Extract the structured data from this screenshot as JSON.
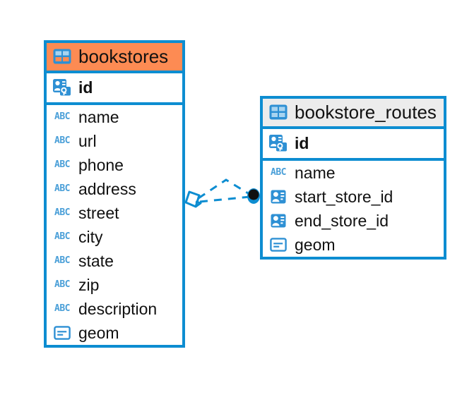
{
  "diagram": {
    "type": "entity-relationship-diagram",
    "accent_color": "#0d8dd1",
    "header_orange": "#fd8b53",
    "header_grey": "#ececec",
    "icon_blue": "#4a9fd8",
    "text_color": "#111111"
  },
  "tables": [
    {
      "name": "bookstores",
      "header_style": "orange",
      "primary_key": {
        "label": "id",
        "icon": "primary-key-icon"
      },
      "fields": [
        {
          "label": "name",
          "icon": "abc-text-icon",
          "icon_text": "ABC"
        },
        {
          "label": "url",
          "icon": "abc-text-icon",
          "icon_text": "ABC"
        },
        {
          "label": "phone",
          "icon": "abc-text-icon",
          "icon_text": "ABC"
        },
        {
          "label": "address",
          "icon": "abc-text-icon",
          "icon_text": "ABC"
        },
        {
          "label": "street",
          "icon": "abc-text-icon",
          "icon_text": "ABC"
        },
        {
          "label": "city",
          "icon": "abc-text-icon",
          "icon_text": "ABC"
        },
        {
          "label": "state",
          "icon": "abc-text-icon",
          "icon_text": "ABC"
        },
        {
          "label": "zip",
          "icon": "abc-text-icon",
          "icon_text": "ABC"
        },
        {
          "label": "description",
          "icon": "abc-text-icon",
          "icon_text": "ABC"
        },
        {
          "label": "geom",
          "icon": "geometry-icon",
          "icon_text": ""
        }
      ]
    },
    {
      "name": "bookstore_routes",
      "header_style": "grey",
      "primary_key": {
        "label": "id",
        "icon": "primary-key-icon"
      },
      "fields": [
        {
          "label": "name",
          "icon": "abc-text-icon",
          "icon_text": "ABC"
        },
        {
          "label": "start_store_id",
          "icon": "foreign-key-icon",
          "icon_text": ""
        },
        {
          "label": "end_store_id",
          "icon": "foreign-key-icon",
          "icon_text": ""
        },
        {
          "label": "geom",
          "icon": "geometry-icon",
          "icon_text": ""
        }
      ]
    }
  ],
  "relationship": {
    "name": "bookstores-to-bookstore_routes",
    "line_style": "dashed",
    "source_endpoint": "diamond",
    "target_endpoint": "filled-circle",
    "color": "#0d8dd1"
  }
}
